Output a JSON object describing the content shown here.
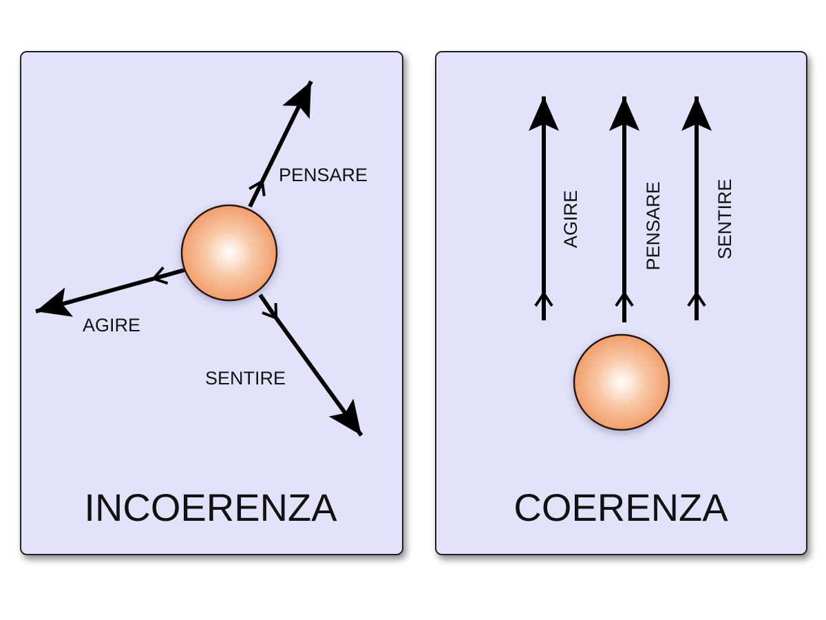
{
  "panels": {
    "left": {
      "title": "INCOERENZA",
      "labels": {
        "pensare": "PENSARE",
        "agire": "AGIRE",
        "sentire": "SENTIRE"
      }
    },
    "right": {
      "title": "COERENZA",
      "labels": {
        "agire": "AGIRE",
        "pensare": "PENSARE",
        "sentire": "SENTIRE"
      }
    }
  },
  "colors": {
    "panel": "#e3e2fb",
    "sphere": "#f2a06e",
    "arrow": "#000000"
  }
}
